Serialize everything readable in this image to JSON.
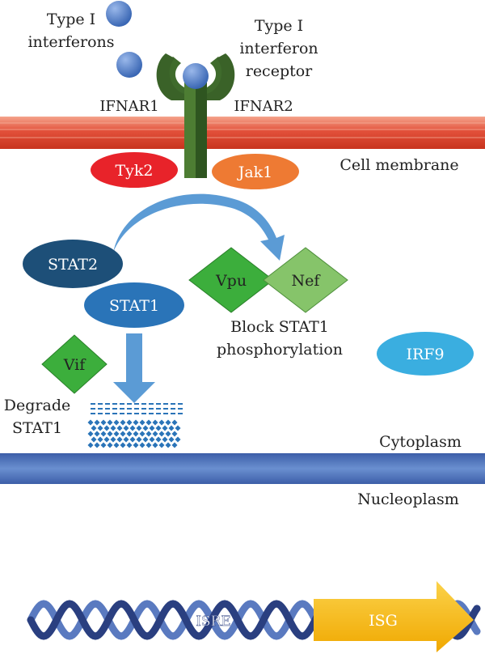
{
  "labels": {
    "interferons_line1": "Type I",
    "interferons_line2": "interferons",
    "receptor_line1": "Type I",
    "receptor_line2": "interferon",
    "receptor_line3": "receptor",
    "ifnar1": "IFNAR1",
    "ifnar2": "IFNAR2",
    "cell_membrane": "Cell membrane",
    "tyk2": "Tyk2",
    "jak1": "Jak1",
    "stat2": "STAT2",
    "stat1": "STAT1",
    "vpu": "Vpu",
    "nef": "Nef",
    "block_line1": "Block STAT1",
    "block_line2": "phosphorylation",
    "irf9": "IRF9",
    "vif": "Vif",
    "degrade_line1": "Degrade",
    "degrade_line2": "STAT1",
    "cytoplasm": "Cytoplasm",
    "nucleoplasm": "Nucleoplasm",
    "isre": "ISRE",
    "isg": "ISG"
  },
  "colors": {
    "interferon": "#4a7bc6",
    "membrane": "#e2503a",
    "nuclear_membrane": "#4a6fb8",
    "receptor": "#3f6b2c",
    "tyk2": "#e8232a",
    "jak1": "#ee7a33",
    "stat2": "#1d4f78",
    "stat1": "#2a74b8",
    "arrow": "#5b9bd5",
    "vpu": "#3cae3c",
    "nef": "#86c46a",
    "irf9": "#3aaee0",
    "vif": "#3cae3c",
    "fragments": "#2a74b8",
    "dna_dark": "#2a3f80",
    "dna_light": "#5a7ac0",
    "isg_arrow": "#f5b70f"
  }
}
